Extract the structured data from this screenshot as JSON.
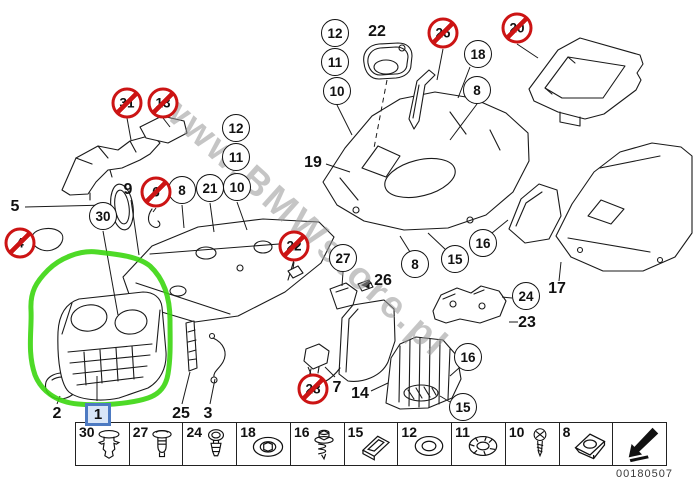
{
  "diagram": {
    "watermark": "www.BMWstore.pl",
    "image_id": "00180507"
  },
  "callouts": {
    "circles": [
      {
        "label": "12"
      },
      {
        "label": "11"
      },
      {
        "label": "10"
      },
      {
        "label": "8"
      },
      {
        "label": "21"
      },
      {
        "label": "30"
      },
      {
        "label": "12"
      },
      {
        "label": "11"
      },
      {
        "label": "10"
      },
      {
        "label": "18"
      },
      {
        "label": "8"
      },
      {
        "label": "16"
      },
      {
        "label": "15"
      },
      {
        "label": "8"
      },
      {
        "label": "27"
      },
      {
        "label": "24"
      },
      {
        "label": "16"
      },
      {
        "label": "15"
      }
    ],
    "crossed": [
      {
        "label": "31"
      },
      {
        "label": "13"
      },
      {
        "label": "6"
      },
      {
        "label": "4"
      },
      {
        "label": "26"
      },
      {
        "label": "20"
      },
      {
        "label": "22"
      },
      {
        "label": "28"
      }
    ]
  },
  "part_labels": [
    {
      "text": "5"
    },
    {
      "text": "9"
    },
    {
      "text": "19"
    },
    {
      "text": "22"
    },
    {
      "text": "2"
    },
    {
      "text": "25"
    },
    {
      "text": "3"
    },
    {
      "text": "26"
    },
    {
      "text": "7"
    },
    {
      "text": "14"
    },
    {
      "text": "23"
    },
    {
      "text": "17"
    }
  ],
  "selected_part": {
    "label": "1"
  },
  "legend": {
    "items": [
      {
        "number": "30",
        "icon": "expansion-rivet-large-icon"
      },
      {
        "number": "27",
        "icon": "expansion-rivet-icon"
      },
      {
        "number": "24",
        "icon": "expansion-pin-icon"
      },
      {
        "number": "18",
        "icon": "grommet-icon"
      },
      {
        "number": "16",
        "icon": "screw-spring-washer-icon"
      },
      {
        "number": "15",
        "icon": "sheet-metal-clip-icon"
      },
      {
        "number": "12",
        "icon": "washer-icon"
      },
      {
        "number": "11",
        "icon": "lock-washer-icon"
      },
      {
        "number": "10",
        "icon": "phillips-screw-icon"
      },
      {
        "number": "8",
        "icon": "cage-nut-icon"
      },
      {
        "number": "",
        "icon": "back-arrow-icon"
      }
    ]
  },
  "colors": {
    "crossed_red": "#cc1414",
    "highlight_green": "#3bd60f",
    "selection_blue": "#4d7ac2",
    "selection_fill": "#d9e6f8",
    "watermark_gray": "#979797"
  }
}
